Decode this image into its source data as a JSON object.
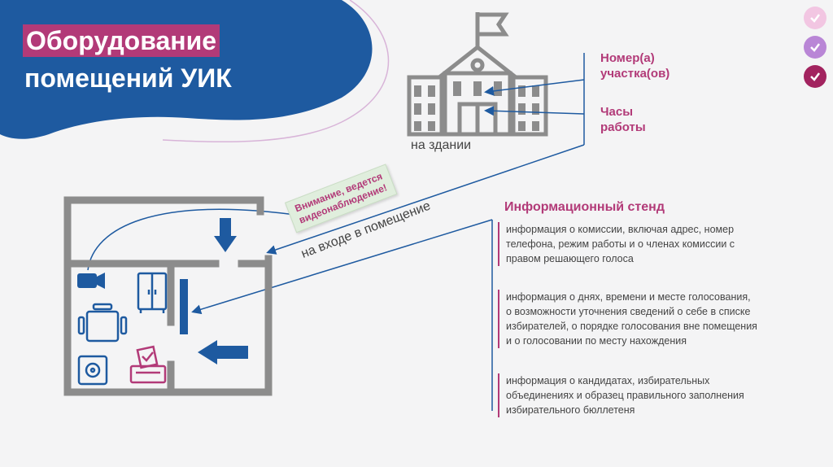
{
  "title": {
    "line1": "Оборудование",
    "line2": "помещений УИК"
  },
  "building": {
    "caption": "на здании",
    "label_number": "Номер(а)\nучастка(ов)",
    "label_hours": "Часы\nработы"
  },
  "entrance_caption": "на входе в помещение",
  "camera_sign": "Внимание, ведется\nвидеонаблюдение!",
  "stand": {
    "title": "Информационный стенд",
    "blocks": [
      "информация о комиссии, включая адрес, номер телефона, режим работы и о членах комиссии с правом решающего голоса",
      "информация о днях, времени и месте голосования, о возможности уточнения сведений о себе в списке избирателей, о порядке голосования вне помещения и о голосовании по месту нахождения",
      "информация о кандидатах, избирательных объединениях и образец правильного заполнения избирательного бюллетеня"
    ]
  },
  "colors": {
    "accent": "#b23a78",
    "blue": "#1e5aa0",
    "wall": "#8c8c8c",
    "check1": "#f2c6e2",
    "check2": "#b986d6",
    "check3": "#a2235f"
  },
  "icons": [
    "building-icon",
    "camera-icon",
    "cabinet-icon",
    "table-icon",
    "safe-icon",
    "ballot-box-icon",
    "arrow-down-icon",
    "arrow-left-icon",
    "check-icon"
  ]
}
